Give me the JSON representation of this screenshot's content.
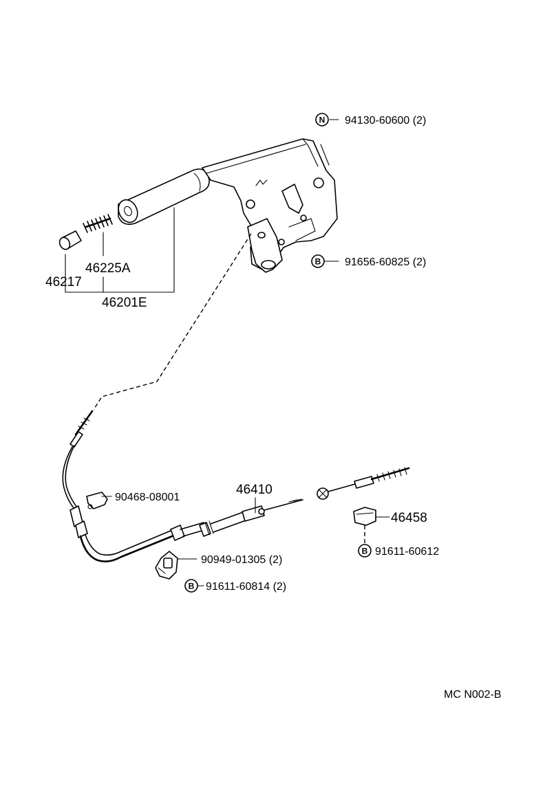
{
  "callouts": {
    "nut_94130": {
      "badge": "N",
      "text": "94130-60600 (2)"
    },
    "bolt_91656": {
      "badge": "B",
      "text": "91656-60825 (2)"
    },
    "part_46225A": {
      "text": "46225A"
    },
    "part_46217": {
      "text": "46217"
    },
    "part_46201E": {
      "text": "46201E"
    },
    "clip_90468": {
      "text": "90468-08001"
    },
    "cable_46410": {
      "text": "46410"
    },
    "clamp_46458": {
      "text": "46458"
    },
    "bolt_91611_60612": {
      "badge": "B",
      "text": "91611-60612"
    },
    "clamp_90949": {
      "text": "90949-01305 (2)"
    },
    "bolt_91611_60814": {
      "badge": "B",
      "text": "91611-60814 (2)"
    }
  },
  "diagram_code": "MC N002-B"
}
